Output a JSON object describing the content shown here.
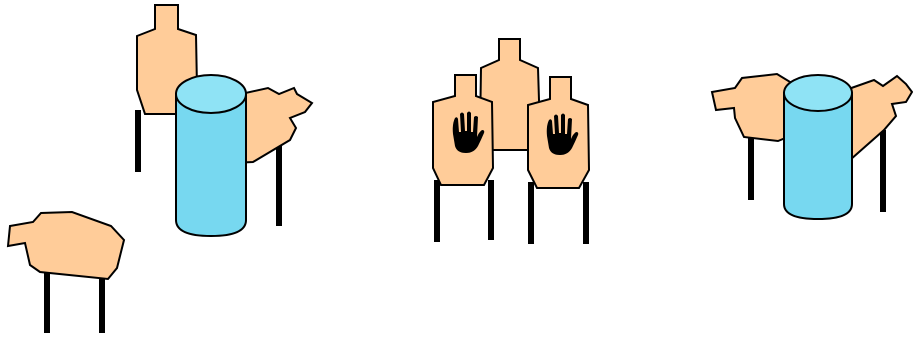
{
  "scene": {
    "background": "#ffffff",
    "colors": {
      "target_fill": "#ffcc99",
      "barrel_fill": "#77d8f0",
      "barrel_top": "#8fe3f5",
      "outline": "#000000",
      "leg": "#000000",
      "hand": "#000000"
    },
    "groups": [
      {
        "name": "group-barrel-left",
        "targets": 2,
        "barrels": 1,
        "no_shoot": 0
      },
      {
        "name": "group-lone-target",
        "targets": 1,
        "barrels": 0,
        "no_shoot": 0
      },
      {
        "name": "group-hostage",
        "targets": 3,
        "barrels": 0,
        "no_shoot": 2
      },
      {
        "name": "group-barrel-right",
        "targets": 2,
        "barrels": 1,
        "no_shoot": 0
      }
    ],
    "icons": {
      "target": "silhouette-target-icon",
      "barrel": "barrel-icon",
      "no_shoot": "open-hand-icon"
    }
  }
}
